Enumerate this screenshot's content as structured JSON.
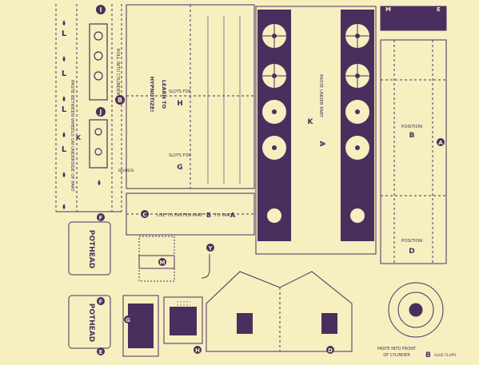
{
  "colors": {
    "paper": "#f6efc0",
    "ink": "#4a2f5e"
  },
  "letters": [
    "I",
    "L",
    "L",
    "L",
    "L",
    "B",
    "J",
    "K",
    "C",
    "B",
    "A",
    "M",
    "E",
    "F",
    "M",
    "E",
    "F",
    "Y",
    "G",
    "H",
    "D",
    "D"
  ],
  "texts": {
    "paste_wheels": "PASTE BETWEEN WHEELS ON UNDERSIDE OF PART",
    "roll_into": "ROLL INTO CYLINDER",
    "learn_to": "LEARN TO",
    "hypnotize": "HYPNOTIZE!",
    "slots_for": "SLOTS FOR",
    "paste_under": "PASTE UNDER PART",
    "use_to_fasten": "USE TO FASTEN PART",
    "to_part": "TO PART",
    "position": "POSITION",
    "bounds": "BOUNDS",
    "paste_into_front": "PASTE INTO FRONT",
    "of_cylinder": "OF CYLINDER",
    "glue_flaps": "GLUE FLAPS",
    "pothead": "POTHEAD"
  }
}
